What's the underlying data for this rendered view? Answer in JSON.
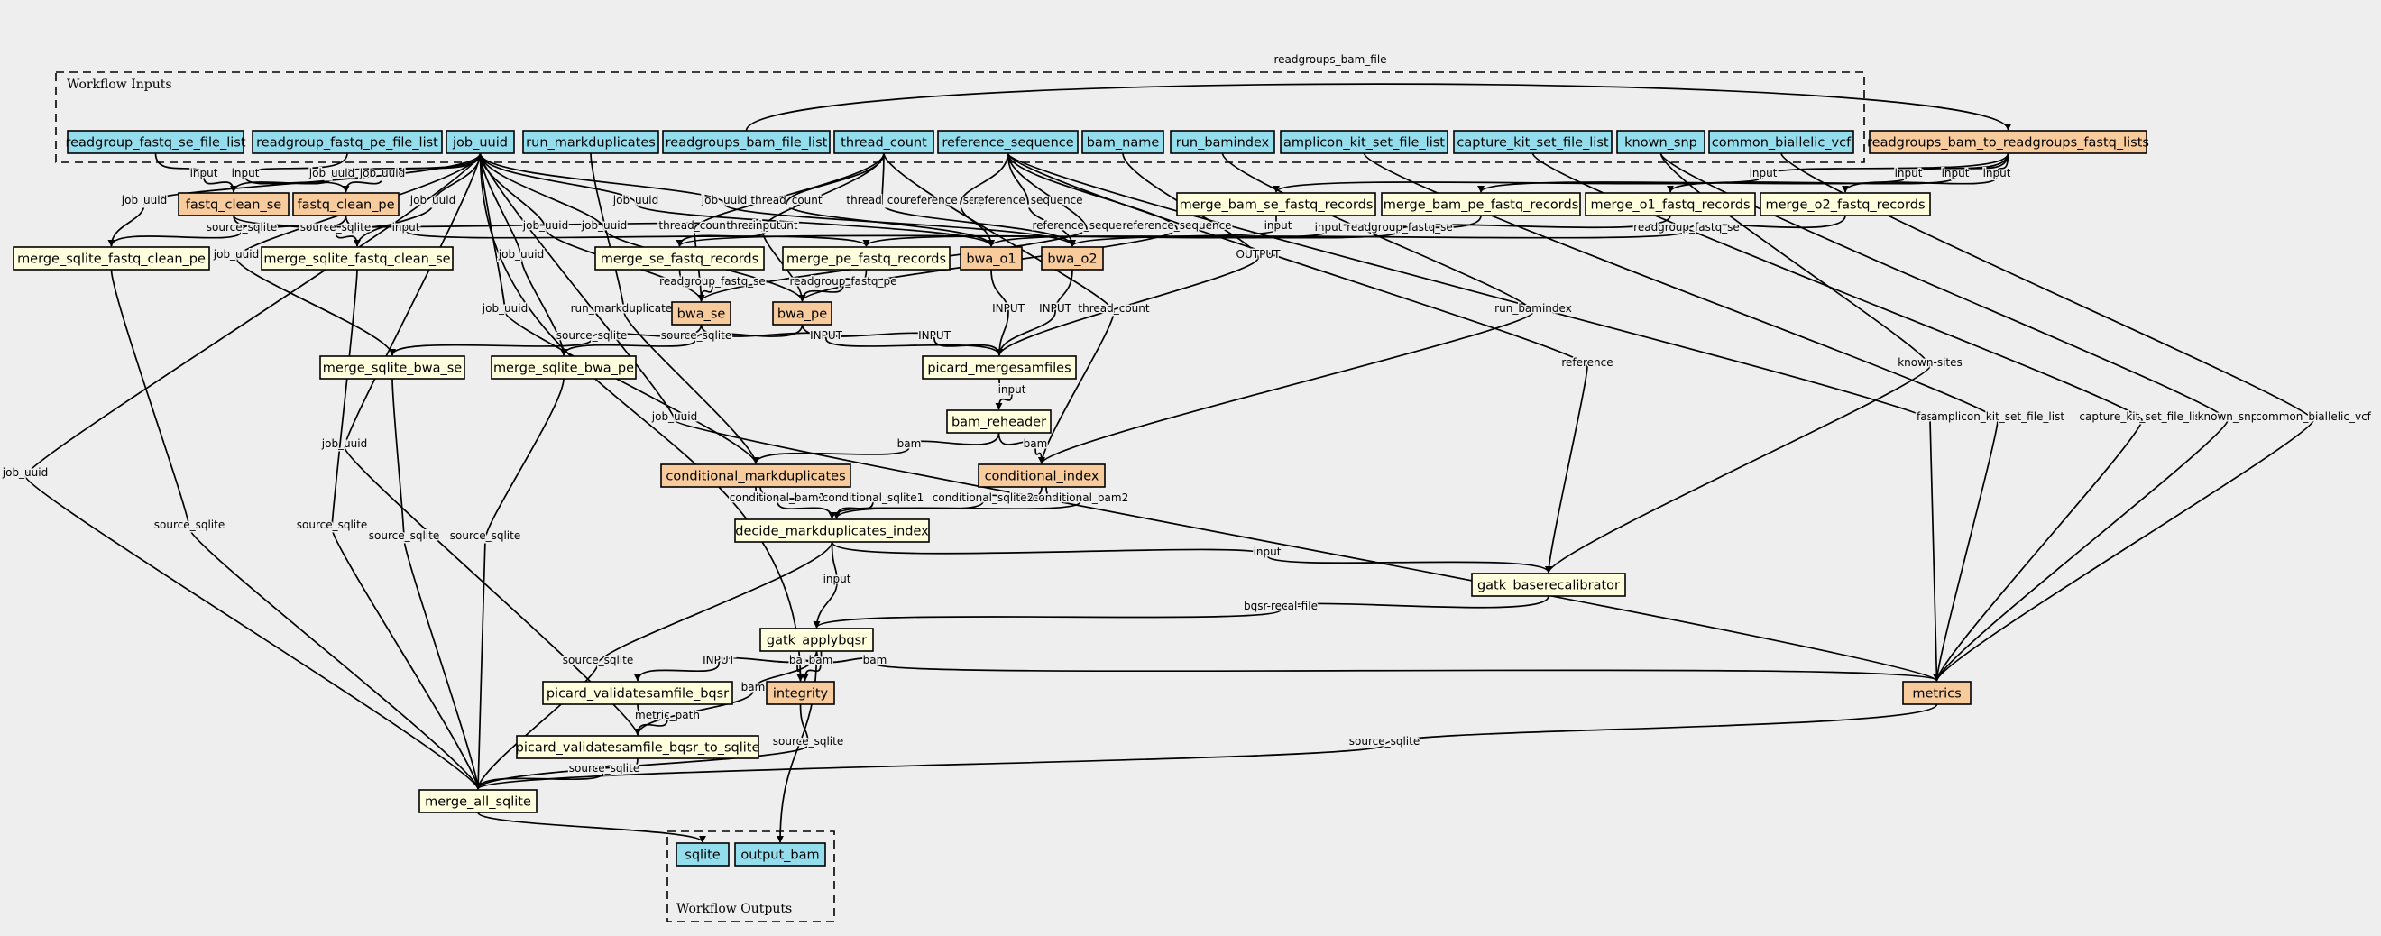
{
  "colors": {
    "background": "#eeeeee",
    "input": "#94dded",
    "step": "#f7cb9c",
    "tool": "#ffffde",
    "output": "#94dded"
  },
  "clusters": {
    "inputs": "Workflow Inputs",
    "outputs": "Workflow Outputs"
  },
  "nodes": [
    {
      "id": "readgroup_fastq_se_file_list",
      "label": "readgroup_fastq_se_file_list",
      "kind": "input"
    },
    {
      "id": "readgroup_fastq_pe_file_list",
      "label": "readgroup_fastq_pe_file_list",
      "kind": "input"
    },
    {
      "id": "job_uuid",
      "label": "job_uuid",
      "kind": "input"
    },
    {
      "id": "run_markduplicates",
      "label": "run_markduplicates",
      "kind": "input"
    },
    {
      "id": "readgroups_bam_file_list",
      "label": "readgroups_bam_file_list",
      "kind": "input"
    },
    {
      "id": "thread_count",
      "label": "thread_count",
      "kind": "input"
    },
    {
      "id": "reference_sequence",
      "label": "reference_sequence",
      "kind": "input"
    },
    {
      "id": "bam_name",
      "label": "bam_name",
      "kind": "input"
    },
    {
      "id": "run_bamindex",
      "label": "run_bamindex",
      "kind": "input"
    },
    {
      "id": "amplicon_kit_set_file_list",
      "label": "amplicon_kit_set_file_list",
      "kind": "input"
    },
    {
      "id": "capture_kit_set_file_list",
      "label": "capture_kit_set_file_list",
      "kind": "input"
    },
    {
      "id": "known_snp",
      "label": "known_snp",
      "kind": "input"
    },
    {
      "id": "common_biallelic_vcf",
      "label": "common_biallelic_vcf",
      "kind": "input"
    },
    {
      "id": "readgroups_bam_to_readgroups_fastq_lists",
      "label": "readgroups_bam_to_readgroups_fastq_lists",
      "kind": "step"
    },
    {
      "id": "fastq_clean_se",
      "label": "fastq_clean_se",
      "kind": "step"
    },
    {
      "id": "fastq_clean_pe",
      "label": "fastq_clean_pe",
      "kind": "step"
    },
    {
      "id": "merge_bam_se_fastq_records",
      "label": "merge_bam_se_fastq_records",
      "kind": "tool"
    },
    {
      "id": "merge_bam_pe_fastq_records",
      "label": "merge_bam_pe_fastq_records",
      "kind": "tool"
    },
    {
      "id": "merge_o1_fastq_records",
      "label": "merge_o1_fastq_records",
      "kind": "tool"
    },
    {
      "id": "merge_o2_fastq_records",
      "label": "merge_o2_fastq_records",
      "kind": "tool"
    },
    {
      "id": "merge_sqlite_fastq_clean_pe",
      "label": "merge_sqlite_fastq_clean_pe",
      "kind": "tool"
    },
    {
      "id": "merge_sqlite_fastq_clean_se",
      "label": "merge_sqlite_fastq_clean_se",
      "kind": "tool"
    },
    {
      "id": "merge_se_fastq_records",
      "label": "merge_se_fastq_records",
      "kind": "tool"
    },
    {
      "id": "merge_pe_fastq_records",
      "label": "merge_pe_fastq_records",
      "kind": "tool"
    },
    {
      "id": "bwa_o1",
      "label": "bwa_o1",
      "kind": "step"
    },
    {
      "id": "bwa_o2",
      "label": "bwa_o2",
      "kind": "step"
    },
    {
      "id": "bwa_se",
      "label": "bwa_se",
      "kind": "step"
    },
    {
      "id": "bwa_pe",
      "label": "bwa_pe",
      "kind": "step"
    },
    {
      "id": "merge_sqlite_bwa_se",
      "label": "merge_sqlite_bwa_se",
      "kind": "tool"
    },
    {
      "id": "merge_sqlite_bwa_pe",
      "label": "merge_sqlite_bwa_pe",
      "kind": "tool"
    },
    {
      "id": "picard_mergesamfiles",
      "label": "picard_mergesamfiles",
      "kind": "tool"
    },
    {
      "id": "bam_reheader",
      "label": "bam_reheader",
      "kind": "tool"
    },
    {
      "id": "conditional_markduplicates",
      "label": "conditional_markduplicates",
      "kind": "step"
    },
    {
      "id": "conditional_index",
      "label": "conditional_index",
      "kind": "step"
    },
    {
      "id": "decide_markduplicates_index",
      "label": "decide_markduplicates_index",
      "kind": "tool"
    },
    {
      "id": "gatk_baserecalibrator",
      "label": "gatk_baserecalibrator",
      "kind": "tool"
    },
    {
      "id": "gatk_applybqsr",
      "label": "gatk_applybqsr",
      "kind": "tool"
    },
    {
      "id": "picard_validatesamfile_bqsr",
      "label": "picard_validatesamfile_bqsr",
      "kind": "tool"
    },
    {
      "id": "integrity",
      "label": "integrity",
      "kind": "step"
    },
    {
      "id": "metrics",
      "label": "metrics",
      "kind": "step"
    },
    {
      "id": "picard_validatesamfile_bqsr_to_sqlite",
      "label": "picard_validatesamfile_bqsr_to_sqlite",
      "kind": "tool"
    },
    {
      "id": "merge_all_sqlite",
      "label": "merge_all_sqlite",
      "kind": "tool"
    },
    {
      "id": "sqlite",
      "label": "sqlite",
      "kind": "output"
    },
    {
      "id": "output_bam",
      "label": "output_bam",
      "kind": "output"
    }
  ],
  "edges": [
    {
      "from": "readgroups_bam_file_list",
      "to": "readgroups_bam_to_readgroups_fastq_lists",
      "label": "readgroups_bam_file"
    },
    {
      "from": "readgroup_fastq_se_file_list",
      "to": "fastq_clean_se",
      "label": "input"
    },
    {
      "from": "readgroup_fastq_pe_file_list",
      "to": "fastq_clean_pe",
      "label": "input"
    },
    {
      "from": "job_uuid",
      "to": "fastq_clean_se",
      "label": "job_uuid"
    },
    {
      "from": "job_uuid",
      "to": "fastq_clean_pe",
      "label": "job_uuid"
    },
    {
      "from": "job_uuid",
      "to": "merge_sqlite_fastq_clean_pe",
      "label": "job_uuid"
    },
    {
      "from": "job_uuid",
      "to": "merge_sqlite_fastq_clean_se",
      "label": "job_uuid"
    },
    {
      "from": "job_uuid",
      "to": "merge_sqlite_bwa_se",
      "label": "job_uuid"
    },
    {
      "from": "job_uuid",
      "to": "merge_sqlite_bwa_pe",
      "label": "job_uuid"
    },
    {
      "from": "job_uuid",
      "to": "bwa_se",
      "label": "job_uuid"
    },
    {
      "from": "job_uuid",
      "to": "bwa_pe",
      "label": "job_uuid"
    },
    {
      "from": "job_uuid",
      "to": "bwa_o1",
      "label": "job_uuid"
    },
    {
      "from": "job_uuid",
      "to": "bwa_o2",
      "label": "job_uuid"
    },
    {
      "from": "job_uuid",
      "to": "conditional_markduplicates",
      "label": "job_uuid"
    },
    {
      "from": "job_uuid",
      "to": "picard_validatesamfile_bqsr_to_sqlite",
      "label": "job_uuid"
    },
    {
      "from": "job_uuid",
      "to": "metrics",
      "label": "job_uuid"
    },
    {
      "from": "job_uuid",
      "to": "merge_all_sqlite",
      "label": "job_uuid"
    },
    {
      "from": "job_uuid",
      "to": "integrity",
      "label": ""
    },
    {
      "from": "run_markduplicates",
      "to": "conditional_markduplicates",
      "label": "run_markduplicates"
    },
    {
      "from": "thread_count",
      "to": "bwa_se",
      "label": "thread_count"
    },
    {
      "from": "thread_count",
      "to": "bwa_pe",
      "label": "thread_count"
    },
    {
      "from": "thread_count",
      "to": "bwa_o1",
      "label": "thread_count"
    },
    {
      "from": "thread_count",
      "to": "bwa_o2",
      "label": "thread_count"
    },
    {
      "from": "thread_count",
      "to": "conditional_index",
      "label": "thread_count"
    },
    {
      "from": "reference_sequence",
      "to": "bwa_o1",
      "label": "reference_sequence"
    },
    {
      "from": "reference_sequence",
      "to": "bwa_o2",
      "label": "reference_sequence"
    },
    {
      "from": "reference_sequence",
      "to": "bwa_se",
      "label": "reference_sequence"
    },
    {
      "from": "reference_sequence",
      "to": "bwa_pe",
      "label": "reference_sequence"
    },
    {
      "from": "reference_sequence",
      "to": "gatk_baserecalibrator",
      "label": "reference"
    },
    {
      "from": "reference_sequence",
      "to": "metrics",
      "label": "fasta"
    },
    {
      "from": "bam_name",
      "to": "picard_mergesamfiles",
      "label": "OUTPUT"
    },
    {
      "from": "run_bamindex",
      "to": "conditional_index",
      "label": "run_bamindex"
    },
    {
      "from": "amplicon_kit_set_file_list",
      "to": "metrics",
      "label": "amplicon_kit_set_file_list"
    },
    {
      "from": "capture_kit_set_file_list",
      "to": "metrics",
      "label": "capture_kit_set_file_list"
    },
    {
      "from": "known_snp",
      "to": "gatk_baserecalibrator",
      "label": "known-sites"
    },
    {
      "from": "known_snp",
      "to": "metrics",
      "label": "known_snp"
    },
    {
      "from": "common_biallelic_vcf",
      "to": "metrics",
      "label": "common_biallelic_vcf"
    },
    {
      "from": "readgroups_bam_to_readgroups_fastq_lists",
      "to": "merge_bam_se_fastq_records",
      "label": "input"
    },
    {
      "from": "readgroups_bam_to_readgroups_fastq_lists",
      "to": "merge_bam_pe_fastq_records",
      "label": "input"
    },
    {
      "from": "readgroups_bam_to_readgroups_fastq_lists",
      "to": "merge_o1_fastq_records",
      "label": "input"
    },
    {
      "from": "readgroups_bam_to_readgroups_fastq_lists",
      "to": "merge_o2_fastq_records",
      "label": "input"
    },
    {
      "from": "fastq_clean_se",
      "to": "merge_se_fastq_records",
      "label": "input"
    },
    {
      "from": "fastq_clean_se",
      "to": "merge_sqlite_fastq_clean_se",
      "label": "source_sqlite"
    },
    {
      "from": "fastq_clean_pe",
      "to": "merge_pe_fastq_records",
      "label": "input"
    },
    {
      "from": "fastq_clean_pe",
      "to": "merge_sqlite_fastq_clean_pe",
      "label": "source_sqlite"
    },
    {
      "from": "merge_bam_se_fastq_records",
      "to": "merge_se_fastq_records",
      "label": "input"
    },
    {
      "from": "merge_bam_pe_fastq_records",
      "to": "merge_pe_fastq_records",
      "label": "input"
    },
    {
      "from": "merge_o1_fastq_records",
      "to": "bwa_o1",
      "label": "readgroup_fastq_se"
    },
    {
      "from": "merge_o2_fastq_records",
      "to": "bwa_o2",
      "label": "readgroup_fastq_se"
    },
    {
      "from": "merge_se_fastq_records",
      "to": "bwa_se",
      "label": "readgroup_fastq_se"
    },
    {
      "from": "merge_pe_fastq_records",
      "to": "bwa_pe",
      "label": "readgroup_fastq_pe"
    },
    {
      "from": "bwa_se",
      "to": "merge_sqlite_bwa_se",
      "label": "source_sqlite"
    },
    {
      "from": "bwa_pe",
      "to": "merge_sqlite_bwa_pe",
      "label": "source_sqlite"
    },
    {
      "from": "bwa_se",
      "to": "picard_mergesamfiles",
      "label": "INPUT"
    },
    {
      "from": "bwa_pe",
      "to": "picard_mergesamfiles",
      "label": "INPUT"
    },
    {
      "from": "bwa_o1",
      "to": "picard_mergesamfiles",
      "label": "INPUT"
    },
    {
      "from": "bwa_o2",
      "to": "picard_mergesamfiles",
      "label": "INPUT"
    },
    {
      "from": "picard_mergesamfiles",
      "to": "bam_reheader",
      "label": "input"
    },
    {
      "from": "bam_reheader",
      "to": "conditional_markduplicates",
      "label": "bam"
    },
    {
      "from": "bam_reheader",
      "to": "conditional_index",
      "label": "bam"
    },
    {
      "from": "conditional_markduplicates",
      "to": "decide_markduplicates_index",
      "label": "conditional_bam1"
    },
    {
      "from": "conditional_markduplicates",
      "to": "decide_markduplicates_index",
      "label": "conditional_sqlite1"
    },
    {
      "from": "conditional_index",
      "to": "decide_markduplicates_index",
      "label": "conditional_sqlite2"
    },
    {
      "from": "conditional_index",
      "to": "decide_markduplicates_index",
      "label": "conditional_bam2"
    },
    {
      "from": "decide_markduplicates_index",
      "to": "gatk_baserecalibrator",
      "label": "input"
    },
    {
      "from": "decide_markduplicates_index",
      "to": "gatk_applybqsr",
      "label": "input"
    },
    {
      "from": "decide_markduplicates_index",
      "to": "merge_all_sqlite",
      "label": "source_sqlite"
    },
    {
      "from": "gatk_baserecalibrator",
      "to": "gatk_applybqsr",
      "label": "bqsr-recal-file"
    },
    {
      "from": "gatk_applybqsr",
      "to": "picard_validatesamfile_bqsr",
      "label": "INPUT"
    },
    {
      "from": "gatk_applybqsr",
      "to": "integrity",
      "label": "bai"
    },
    {
      "from": "gatk_applybqsr",
      "to": "integrity",
      "label": "bam"
    },
    {
      "from": "gatk_applybqsr",
      "to": "metrics",
      "label": "bam"
    },
    {
      "from": "gatk_applybqsr",
      "to": "picard_validatesamfile_bqsr_to_sqlite",
      "label": "bam"
    },
    {
      "from": "gatk_applybqsr",
      "to": "output_bam",
      "label": ""
    },
    {
      "from": "picard_validatesamfile_bqsr",
      "to": "picard_validatesamfile_bqsr_to_sqlite",
      "label": "metric_path"
    },
    {
      "from": "integrity",
      "to": "merge_all_sqlite",
      "label": "source_sqlite"
    },
    {
      "from": "metrics",
      "to": "merge_all_sqlite",
      "label": "source_sqlite"
    },
    {
      "from": "picard_validatesamfile_bqsr_to_sqlite",
      "to": "merge_all_sqlite",
      "label": "source_sqlite"
    },
    {
      "from": "merge_sqlite_fastq_clean_pe",
      "to": "merge_all_sqlite",
      "label": "source_sqlite"
    },
    {
      "from": "merge_sqlite_fastq_clean_se",
      "to": "merge_all_sqlite",
      "label": "source_sqlite"
    },
    {
      "from": "merge_sqlite_bwa_se",
      "to": "merge_all_sqlite",
      "label": "source_sqlite"
    },
    {
      "from": "merge_sqlite_bwa_pe",
      "to": "merge_all_sqlite",
      "label": "source_sqlite"
    },
    {
      "from": "merge_all_sqlite",
      "to": "sqlite",
      "label": ""
    }
  ]
}
